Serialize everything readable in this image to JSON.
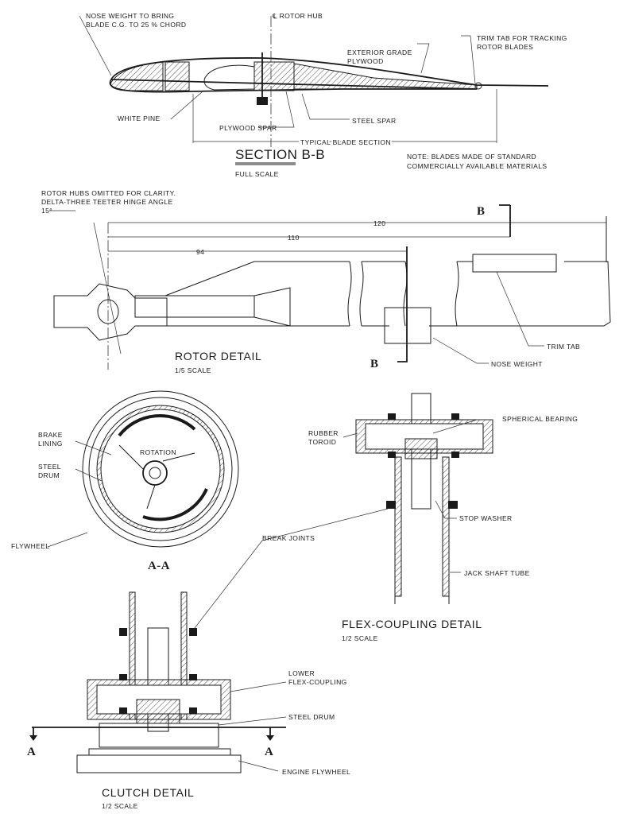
{
  "section_bb": {
    "nose_weight_1": "NOSE WEIGHT TO BRING",
    "nose_weight_2": "BLADE C.G. TO 25 % CHORD",
    "rotor_hub": "℄ ROTOR HUB",
    "ext_ply_1": "EXTERIOR GRADE",
    "ext_ply_2": "PLYWOOD",
    "trim_tab_1": "TRIM TAB FOR TRACKING",
    "trim_tab_2": "ROTOR BLADES",
    "white_pine": "WHITE PINE",
    "plywood_spar": "PLYWOOD SPAR",
    "steel_spar": "STEEL SPAR",
    "typical": "TYPICAL BLADE SECTION",
    "title": "SECTION B-B",
    "scale": "FULL SCALE",
    "note_1": "NOTE: BLADES MADE OF STANDARD",
    "note_2": "COMMERCIALLY AVAILABLE MATERIALS"
  },
  "rotor_detail": {
    "note_1": "ROTOR HUBS OMITTED FOR CLARITY.",
    "note_2": "DELTA-THREE TEETER HINGE ANGLE",
    "angle": "15°",
    "dim_120": "120",
    "dim_110": "110",
    "dim_94": "94",
    "section_mark": "B",
    "trim_tab": "TRIM TAB",
    "nose_weight": "NOSE WEIGHT",
    "title": "ROTOR DETAIL",
    "scale": "1/5 SCALE"
  },
  "section_aa": {
    "brake_1": "BRAKE",
    "brake_2": "LINING",
    "drum_1": "STEEL",
    "drum_2": "DRUM",
    "rotation": "ROTATION",
    "flywheel": "FLYWHEEL",
    "title": "A-A"
  },
  "flex_coupling": {
    "toroid_1": "RUBBER",
    "toroid_2": "TOROID",
    "bearing": "SPHERICAL BEARING",
    "washer": "STOP WASHER",
    "break_joints": "BREAK JOINTS",
    "jack": "JACK SHAFT TUBE",
    "title": "FLEX-COUPLING DETAIL",
    "scale": "1/2 SCALE"
  },
  "clutch": {
    "lower_1": "LOWER",
    "lower_2": "FLEX-COUPLING",
    "drum": "STEEL DRUM",
    "section_mark": "A",
    "engine": "ENGINE FLYWHEEL",
    "title": "CLUTCH DETAIL",
    "scale": "1/2 SCALE"
  }
}
